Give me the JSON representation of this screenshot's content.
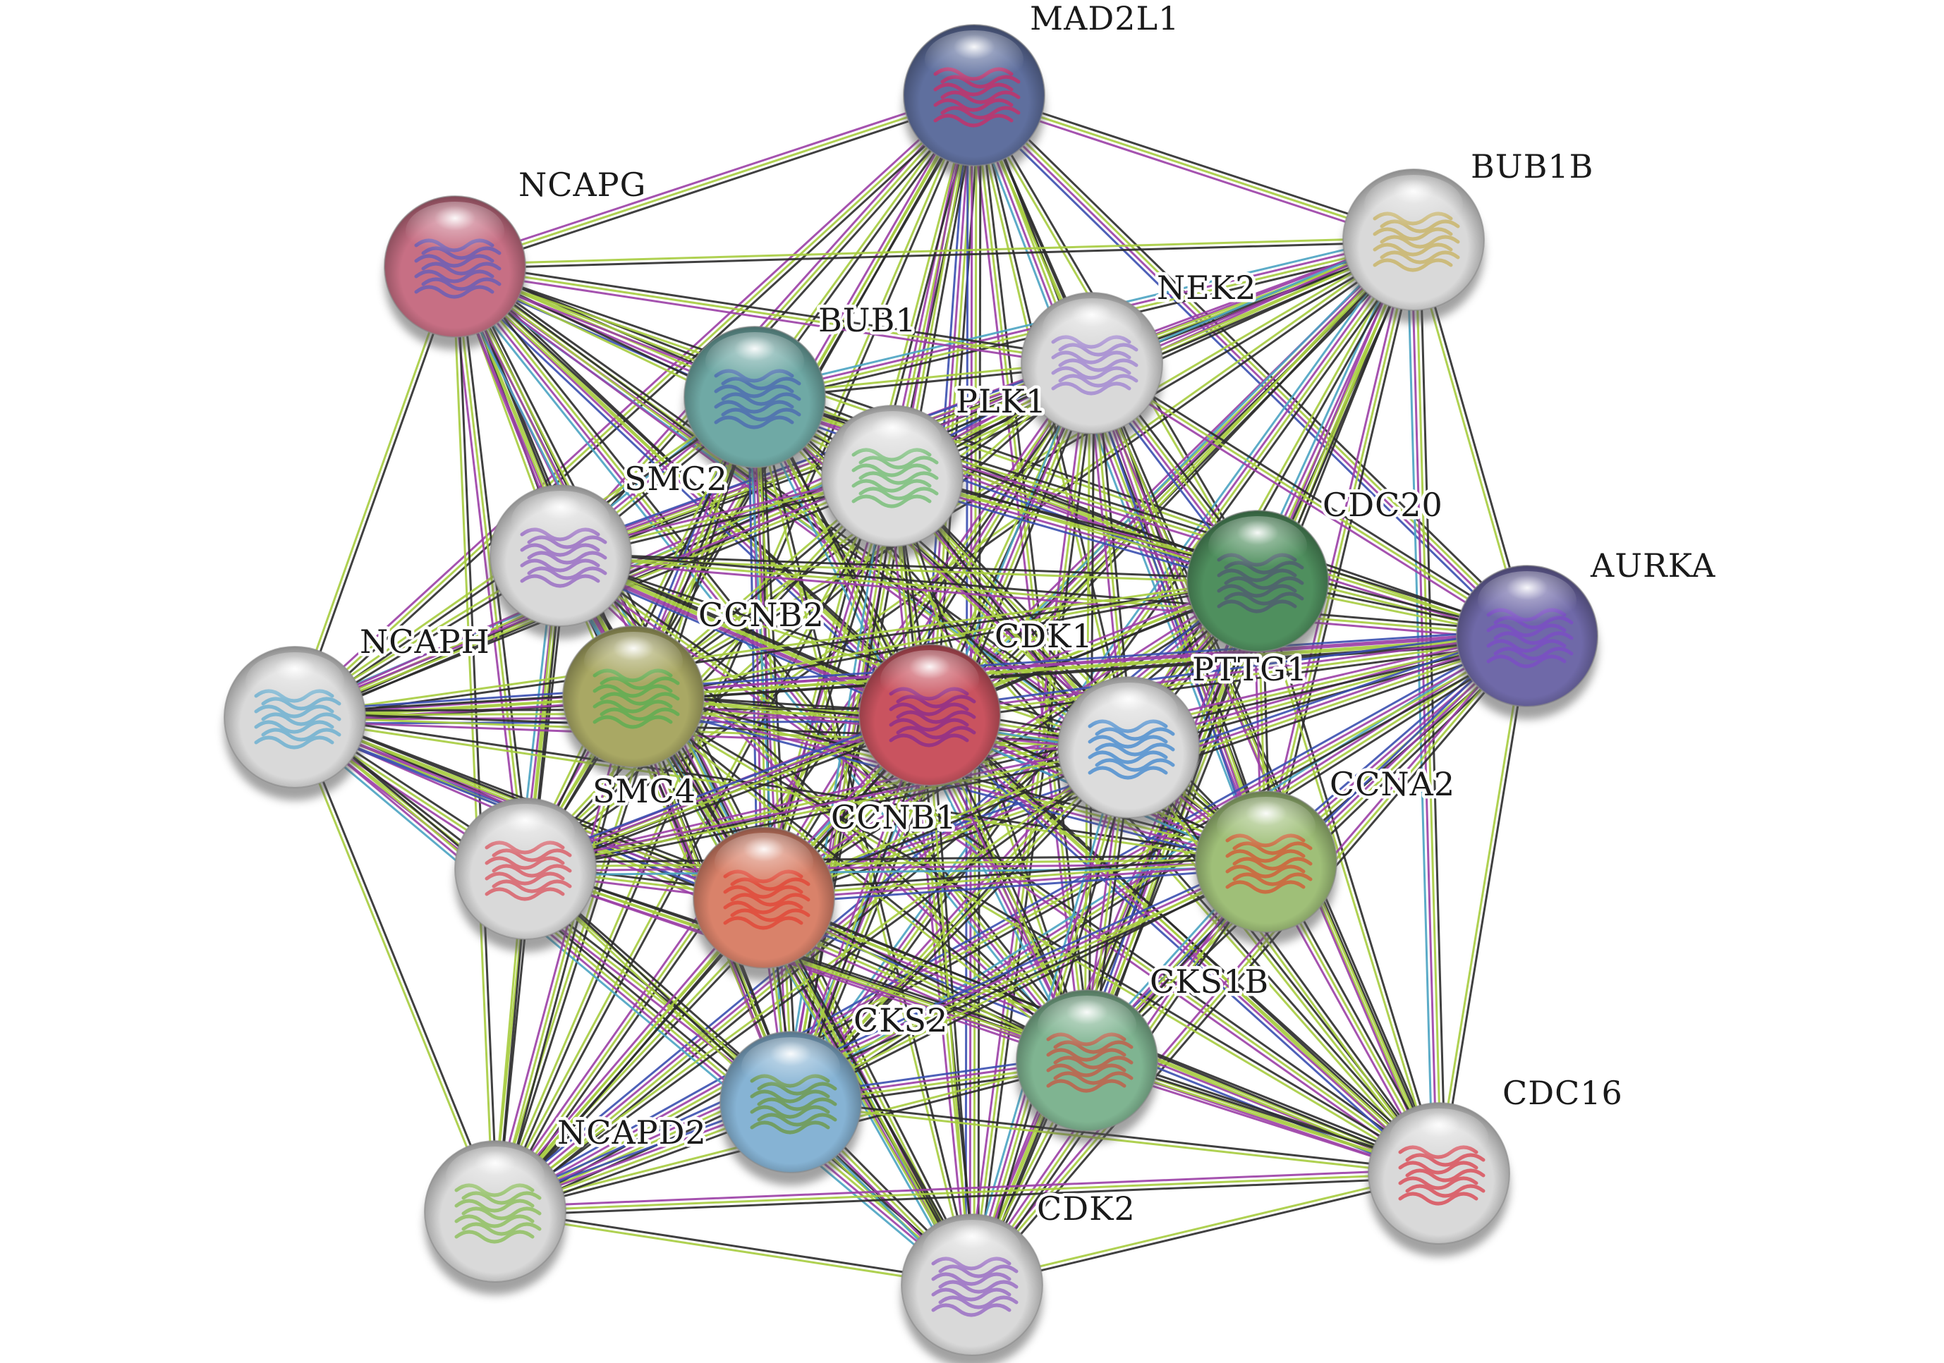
{
  "nodes": [
    {
      "id": "MAD2L1",
      "label": "MAD2L1",
      "color": "#5f6f9e",
      "structure": "#c2336b"
    },
    {
      "id": "BUB1B",
      "label": "BUB1B",
      "color": "#d9d9d9",
      "structure": "#c9b56b"
    },
    {
      "id": "NCAPG",
      "label": "NCAPG",
      "color": "#c76f84",
      "structure": "#6b5fb5"
    },
    {
      "id": "NEK2",
      "label": "NEK2",
      "color": "#d9d9d9",
      "structure": "#a38ad1"
    },
    {
      "id": "BUB1",
      "label": "BUB1",
      "color": "#6fa9a5",
      "structure": "#4f6fb0"
    },
    {
      "id": "PLK1",
      "label": "PLK1",
      "color": "#dcdcdc",
      "structure": "#7ac07a"
    },
    {
      "id": "SMC2",
      "label": "SMC2",
      "color": "#d9d9d9",
      "structure": "#9a6fc4"
    },
    {
      "id": "CDC20",
      "label": "CDC20",
      "color": "#4f8f5e",
      "structure": "#4f5f6f"
    },
    {
      "id": "AURKA",
      "label": "AURKA",
      "color": "#6f69a8",
      "structure": "#7b4fc4"
    },
    {
      "id": "NCAPH",
      "label": "NCAPH",
      "color": "#d9d9d9",
      "structure": "#6fb0d0"
    },
    {
      "id": "CCNB2",
      "label": "CCNB2",
      "color": "#a9a864",
      "structure": "#5fae52"
    },
    {
      "id": "CDK1",
      "label": "CDK1",
      "color": "#c9535f",
      "structure": "#8f2f8a"
    },
    {
      "id": "PTTG1",
      "label": "PTTG1",
      "color": "#dcdcdc",
      "structure": "#4f8fd0"
    },
    {
      "id": "SMC4",
      "label": "SMC4",
      "color": "#d9d9d9",
      "structure": "#d9606a"
    },
    {
      "id": "CCNB1",
      "label": "CCNB1",
      "color": "#d9826a",
      "structure": "#e04a3a"
    },
    {
      "id": "CCNA2",
      "label": "CCNA2",
      "color": "#9fbf78",
      "structure": "#d0603a"
    },
    {
      "id": "CKS1B",
      "label": "CKS1B",
      "color": "#7fb491",
      "structure": "#c0604a"
    },
    {
      "id": "CKS2",
      "label": "CKS2",
      "color": "#86b3d4",
      "structure": "#6f9a4f"
    },
    {
      "id": "CDC16",
      "label": "CDC16",
      "color": "#d9d9d9",
      "structure": "#d9505a"
    },
    {
      "id": "NCAPD2",
      "label": "NCAPD2",
      "color": "#d9d9d9",
      "structure": "#8fc060"
    },
    {
      "id": "CDK2",
      "label": "CDK2",
      "color": "#d9d9d9",
      "structure": "#9a6fc4"
    }
  ],
  "edge_colors": {
    "black": "#2b2b2b",
    "purple": "#9b3fa6",
    "green": "#a6cc3e",
    "cyan": "#4aa3c2",
    "blue": "#3a4fb0"
  }
}
